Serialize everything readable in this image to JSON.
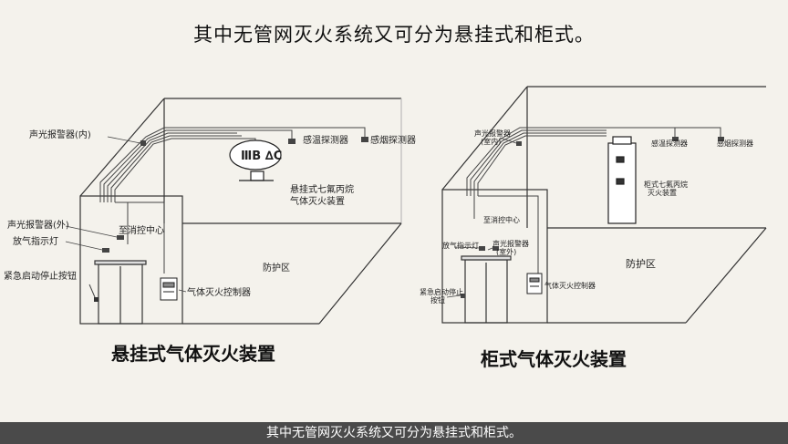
{
  "title": "其中无管网灭火系统又可分为悬挂式和柜式。",
  "caption_bar": "其中无管网灭火系统又可分为悬挂式和柜式。",
  "left": {
    "caption": "悬挂式气体灭火装置",
    "labels": {
      "alarm_inside": "声光报警器(内)",
      "alarm_outside": "声光报警器(外)",
      "discharge_light": "放气指示灯",
      "emergency_button": "紧急启动停止按钮",
      "heat_detector": "感温探测器",
      "smoke_detector": "感烟探测器",
      "hanging_device_1": "悬挂式七氟丙烷",
      "hanging_device_2": "气体灭火装置",
      "to_control_center": "至消控中心",
      "protected_zone": "防护区",
      "controller": "气体灭火控制器"
    }
  },
  "right": {
    "caption": "柜式气体灭火装置",
    "labels": {
      "alarm_inside_1": "声光报警器",
      "alarm_inside_2": "(室内)",
      "heat_detector": "感温探测器",
      "smoke_detector": "感烟探测器",
      "cabinet_device_1": "柜式七氟丙烷",
      "cabinet_device_2": "灭火装置",
      "to_control_center": "至消控中心",
      "discharge_light": "放气指示灯",
      "alarm_outside_1": "声光报警器",
      "alarm_outside_2": "(室外)",
      "protected_zone": "防护区",
      "emergency_button_1": "紧急启动停止",
      "emergency_button_2": "按钮",
      "controller": "气体灭火控制器"
    }
  }
}
